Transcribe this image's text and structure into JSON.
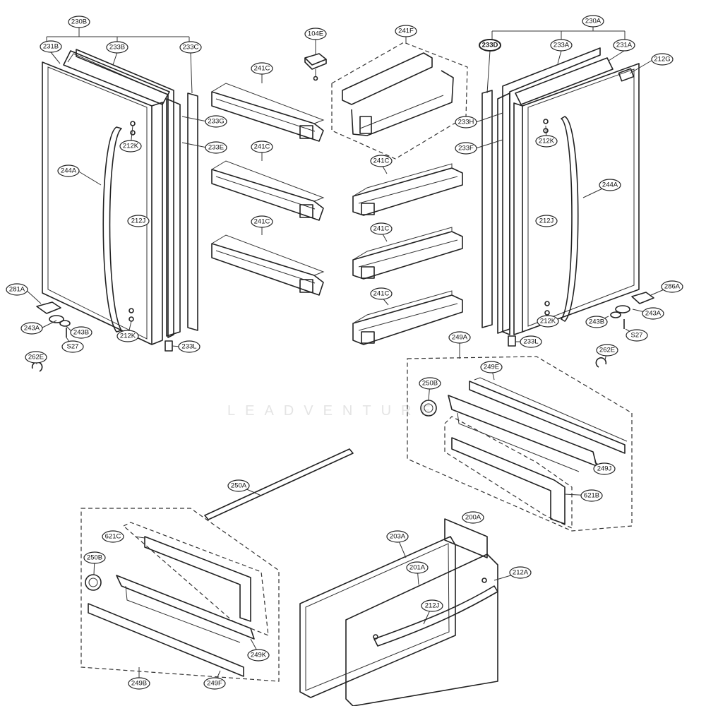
{
  "diagram": {
    "watermark": "LEADVENTURE",
    "callouts": [
      {
        "id": "c-230B",
        "label": "230B",
        "target": "left-door-assembly"
      },
      {
        "id": "c-231B",
        "label": "231B",
        "target": "left-door-cap"
      },
      {
        "id": "c-233B",
        "label": "233B",
        "target": "left-door-gasket"
      },
      {
        "id": "c-233C",
        "label": "233C",
        "target": "left-door-strip"
      },
      {
        "id": "c-233G",
        "label": "233G",
        "target": "left-gasket-inner"
      },
      {
        "id": "c-233E",
        "label": "233E",
        "target": "left-gasket-frame"
      },
      {
        "id": "c-212K-1",
        "label": "212K",
        "target": "left-screw-top"
      },
      {
        "id": "c-244A-L",
        "label": "244A",
        "target": "left-handle"
      },
      {
        "id": "c-212J-L",
        "label": "212J",
        "target": "left-door-panel"
      },
      {
        "id": "c-212K-2",
        "label": "212K",
        "target": "left-screw-bottom"
      },
      {
        "id": "c-233L-L",
        "label": "233L",
        "target": "left-door-stopper"
      },
      {
        "id": "c-281A",
        "label": "281A",
        "target": "left-hinge"
      },
      {
        "id": "c-243A-L",
        "label": "243A",
        "target": "left-hinge-washer"
      },
      {
        "id": "c-243B-L",
        "label": "243B",
        "target": "left-hinge-bushing"
      },
      {
        "id": "c-S27-L",
        "label": "S27",
        "target": "left-hinge-screw"
      },
      {
        "id": "c-262E-L",
        "label": "262E",
        "target": "left-clip"
      },
      {
        "id": "c-104E",
        "label": "104E",
        "target": "switch"
      },
      {
        "id": "c-241F",
        "label": "241F",
        "target": "dairy-bin"
      },
      {
        "id": "c-241C-1",
        "label": "241C",
        "target": "bin-l1"
      },
      {
        "id": "c-241C-2",
        "label": "241C",
        "target": "bin-l2"
      },
      {
        "id": "c-241C-3",
        "label": "241C",
        "target": "bin-l3"
      },
      {
        "id": "c-241C-4",
        "label": "241C",
        "target": "bin-r1"
      },
      {
        "id": "c-241C-5",
        "label": "241C",
        "target": "bin-r2"
      },
      {
        "id": "c-241C-6",
        "label": "241C",
        "target": "bin-r3"
      },
      {
        "id": "c-230A",
        "label": "230A",
        "target": "right-door-assembly"
      },
      {
        "id": "c-233D",
        "label": "233D",
        "target": "right-door-strip",
        "bold": true
      },
      {
        "id": "c-233A",
        "label": "233A",
        "target": "right-door-gasket"
      },
      {
        "id": "c-231A",
        "label": "231A",
        "target": "right-door-cap"
      },
      {
        "id": "c-212G",
        "label": "212G",
        "target": "right-door-label"
      },
      {
        "id": "c-233H",
        "label": "233H",
        "target": "right-gasket-inner"
      },
      {
        "id": "c-233F",
        "label": "233F",
        "target": "right-gasket-frame"
      },
      {
        "id": "c-212K-3",
        "label": "212K",
        "target": "right-screw-top"
      },
      {
        "id": "c-244A-R",
        "label": "244A",
        "target": "right-handle"
      },
      {
        "id": "c-212J-R",
        "label": "212J",
        "target": "right-door-panel"
      },
      {
        "id": "c-212K-4",
        "label": "212K",
        "target": "right-screw-bottom"
      },
      {
        "id": "c-233L-R",
        "label": "233L",
        "target": "right-door-stopper"
      },
      {
        "id": "c-286A",
        "label": "286A",
        "target": "right-hinge"
      },
      {
        "id": "c-243A-R",
        "label": "243A",
        "target": "right-hinge-washer"
      },
      {
        "id": "c-243B-R",
        "label": "243B",
        "target": "right-hinge-bushing"
      },
      {
        "id": "c-S27-R",
        "label": "S27",
        "target": "right-hinge-screw"
      },
      {
        "id": "c-262E-R",
        "label": "262E",
        "target": "right-clip"
      },
      {
        "id": "c-249A",
        "label": "249A",
        "target": "rail-assembly-right"
      },
      {
        "id": "c-249E",
        "label": "249E",
        "target": "rail-cover-right"
      },
      {
        "id": "c-250B-R",
        "label": "250B",
        "target": "gear-right"
      },
      {
        "id": "c-249J",
        "label": "249J",
        "target": "rail-right"
      },
      {
        "id": "c-621B",
        "label": "621B",
        "target": "bracket-right"
      },
      {
        "id": "c-250A",
        "label": "250A",
        "target": "drawer-rod"
      },
      {
        "id": "c-621C",
        "label": "621C",
        "target": "bracket-left"
      },
      {
        "id": "c-250B-L",
        "label": "250B",
        "target": "gear-left"
      },
      {
        "id": "c-249K",
        "label": "249K",
        "target": "rail-left"
      },
      {
        "id": "c-249B",
        "label": "249B",
        "target": "rail-assembly-left"
      },
      {
        "id": "c-249F",
        "label": "249F",
        "target": "rail-cover-left"
      },
      {
        "id": "c-203A",
        "label": "203A",
        "target": "drawer-gasket"
      },
      {
        "id": "c-200A",
        "label": "200A",
        "target": "drawer-assembly"
      },
      {
        "id": "c-201A",
        "label": "201A",
        "target": "drawer-panel"
      },
      {
        "id": "c-212A",
        "label": "212A",
        "target": "drawer-screw"
      },
      {
        "id": "c-212J-D",
        "label": "212J",
        "target": "drawer-handle"
      }
    ]
  }
}
